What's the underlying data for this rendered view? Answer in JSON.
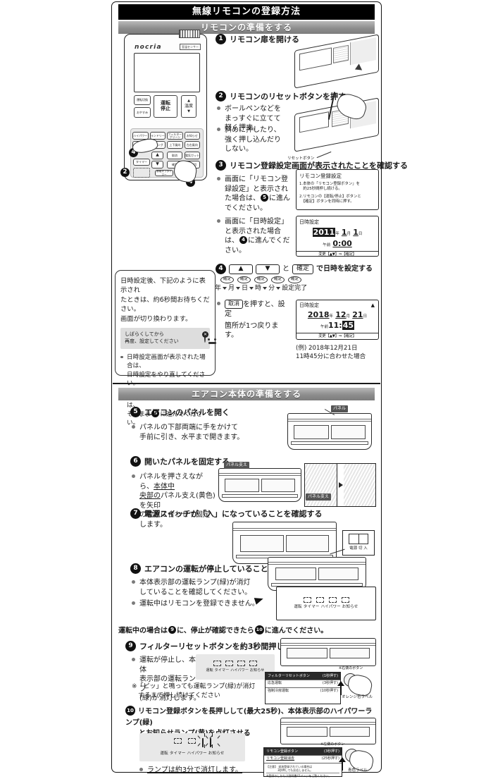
{
  "title_bar": "無線リモコンの登録方法",
  "section1": {
    "heading": "リモコンの準備をする",
    "step1": {
      "num": "1",
      "head": "リモコン扉を開ける"
    },
    "step2": {
      "num": "2",
      "head": "リモコンのリセットボタンを押す",
      "bullets": [
        "ボールペンなどをまっすぐに立てて軽く押す。",
        "斜めに押したり、強く押し込んだりしない。"
      ],
      "caption": "リセットボタン"
    },
    "step3": {
      "num": "3",
      "head": "リモコン登録設定画面が表示されたことを確認する",
      "bullet1_pre": "画面に「リモコン登録設定」と表示された場合は、",
      "bullet1_num": "5",
      "bullet1_post": "に進んでください。",
      "bullet2_pre": "画面に「日時設定」と表示された場合は、",
      "bullet2_num": "4",
      "bullet2_post": "に進んでください。",
      "lcd_reg": {
        "title": "リモコン登録設定",
        "line1": "1.本体の「リモコン登録ボタン」を",
        "line1b": "　約25秒間押し続ける。",
        "line2": "2.リモコンの【運転/停止】ボタンと",
        "line2b": "　【確定】ボタンを同時に押す。"
      },
      "lcd_date": {
        "title": "日時設定",
        "year": "2011",
        "year_u": "年",
        "month": "1",
        "month_u": "月",
        "day": "1",
        "day_u": "日",
        "ampm": "午前",
        "time": "0:00",
        "footer": "変更【▲▼】⇒【確定】"
      }
    },
    "step4": {
      "num": "4",
      "key_up": "▲",
      "key_down": "▼",
      "and": "と",
      "key_ok": "確定",
      "head_tail": "で日時を設定する",
      "flow_chips": [
        "確定",
        "確定",
        "確定",
        "確定",
        "確定"
      ],
      "flow_items": [
        "年",
        "月",
        "日",
        "時",
        "分",
        "設定完了"
      ],
      "bullet_key": "取消",
      "bullet_pre": "を押すと、設定",
      "bullet_line2": "箇所が1つ戻ります。",
      "lcd_date": {
        "title": "日時設定",
        "year": "2018",
        "year_u": "年",
        "month": "12",
        "month_u": "月",
        "day": "21",
        "day_u": "日",
        "ampm": "午前",
        "hour": "11",
        "minute": "45",
        "footer": "変更【▲▼】⇒【確定】"
      },
      "example_l1": "(例) 2018年12月21日",
      "example_l2": "11時45分に合わせた場合"
    },
    "note": {
      "lead_l1": "日時設定後、下記のように表示され",
      "lead_l2": "たときは、約6秒間お待ちください。",
      "lead_l3": "画面が切り換わります。",
      "msg_l1": "しばらくしてから",
      "msg_l2": "再度、設定してください",
      "msg_x": "✕",
      "b1_l1": "日時設定画面が表示された場合は、",
      "b1_l2": "日時設定をやり直してください。",
      "b2_l1": "停止画面が表示された場合は、",
      "b2_l2_pre": "そのまま",
      "b2_num": "5",
      "b2_l2_post": "に進んでください。"
    },
    "remote": {
      "brand": "nocria",
      "tag": "室温センサー",
      "btn_power": "運転\n停止",
      "btn_left1": "運転切換",
      "btn_left2": "おやすみ",
      "btn_temp_up": "▲",
      "btn_temp_lbl": "温度",
      "btn_temp_dn": "▼",
      "row1": [
        "ハイパワー",
        "ランドリー",
        "フィルター\nクリーン",
        "お知らせ"
      ],
      "row2": [
        "風量",
        "スイング",
        "上下風向",
        "左右風向"
      ],
      "row3": [
        "取消",
        "電気ガット"
      ],
      "row4": [
        "確定",
        "予約切"
      ],
      "row5": [
        "タイマー",
        "節電オフタイマー",
        "アラスティ"
      ],
      "mark4": "4",
      "mark2": "2"
    }
  },
  "section2": {
    "heading": "エアコン本体の準備をする",
    "step5": {
      "num": "5",
      "head": "エアコンのパネルを開く",
      "bullet_l1": "パネルの下部両端に手をかけて",
      "bullet_l2": "手前に引き、水平まで開きます。",
      "callout": "パネル"
    },
    "step6": {
      "num": "6",
      "head": "開いたパネルを固定する",
      "bullet_l1": "パネルを押さえながら、",
      "bullet_l1u": "本体中",
      "bullet_l2u": "央部の",
      "bullet_l2": "パネル支え(黄色)を矢印",
      "bullet_l3": "の位置に合わせて固定します。",
      "callout1": "パネル支え",
      "callout2": "パネル支え"
    },
    "step7": {
      "num": "7",
      "head": "電源スイッチが「入」になっていることを確認する",
      "switch_label": "電源 切 入"
    },
    "step8": {
      "num": "8",
      "head": "エアコンの運転が停止していることを確認する",
      "bullet1_l1": "本体表示部の運転ランプ(緑)が消灯",
      "bullet1_l2": "していることを確認してください。",
      "bullet2": "運転中はリモコンを登録できません。",
      "lamp_names": "運転 タイマー ハイパワー お知らせ",
      "lamp_states": [
        false,
        false,
        false,
        false
      ]
    },
    "midnote_pre": "運転中の場合は",
    "midnote_num1": "9",
    "midnote_mid": "に、停止が確認できたら",
    "midnote_num2": "10",
    "midnote_post": "に進んでください。",
    "step9": {
      "num": "9",
      "head": "フィルターリセットボタンを約3秒間押し続ける",
      "bullet1_l1": "運転が停止し、本体",
      "bullet1_l2": "表示部の運転ランプ",
      "bullet1_l3": "(緑)が消灯します。",
      "note_l1": "※「ピッ」と鳴っても運転ランプ(緑)が消灯",
      "note_l2": "　するまで押し続けてください",
      "lamp_names": "運転 タイマー ハイパワー お知らせ",
      "lamp_states": [
        false,
        false,
        false,
        false
      ],
      "panel_rows": [
        {
          "label": "フィルターリセットボタン",
          "time": "(1秒押す)",
          "hl": true
        },
        {
          "label": "応急運転",
          "time": "(3秒押す)",
          "hl": false
        },
        {
          "label": "強制冷房運転",
          "time": "(10秒押す)",
          "hl": false
        }
      ],
      "callout_top": "※右側のボタン",
      "callout_label": "オレンジ色ラベル"
    },
    "step10": {
      "num": "10",
      "head_l1": "リモコン登録ボタンを長押しして(最大25秒)、本体表示部のハイパワーランプ(緑)",
      "head_l2": "とお知らせランプ(黄)を点灯させる",
      "lamp_names": "運転 タイマー ハイパワー お知らせ",
      "lamp_states": [
        false,
        false,
        true,
        true
      ],
      "bullet": "ランプは約3分で消灯します。",
      "panel_rows": [
        {
          "label": "リモコン登録ボタン",
          "time": "(3秒押す)",
          "hl": true
        },
        {
          "label": "リモコン登録消去",
          "time": "(25秒押す)",
          "hl": false
        }
      ],
      "panel_note_l1": "【注意】 追加登録されている場合は",
      "panel_note_l2": "　　　　3秒押しても反応しません。",
      "panel_note_l3": "※登録のしかたは説明書43ページをご覧ください。",
      "callout_top": "※左側のボタン",
      "callout_label": "青色ラベル"
    }
  }
}
